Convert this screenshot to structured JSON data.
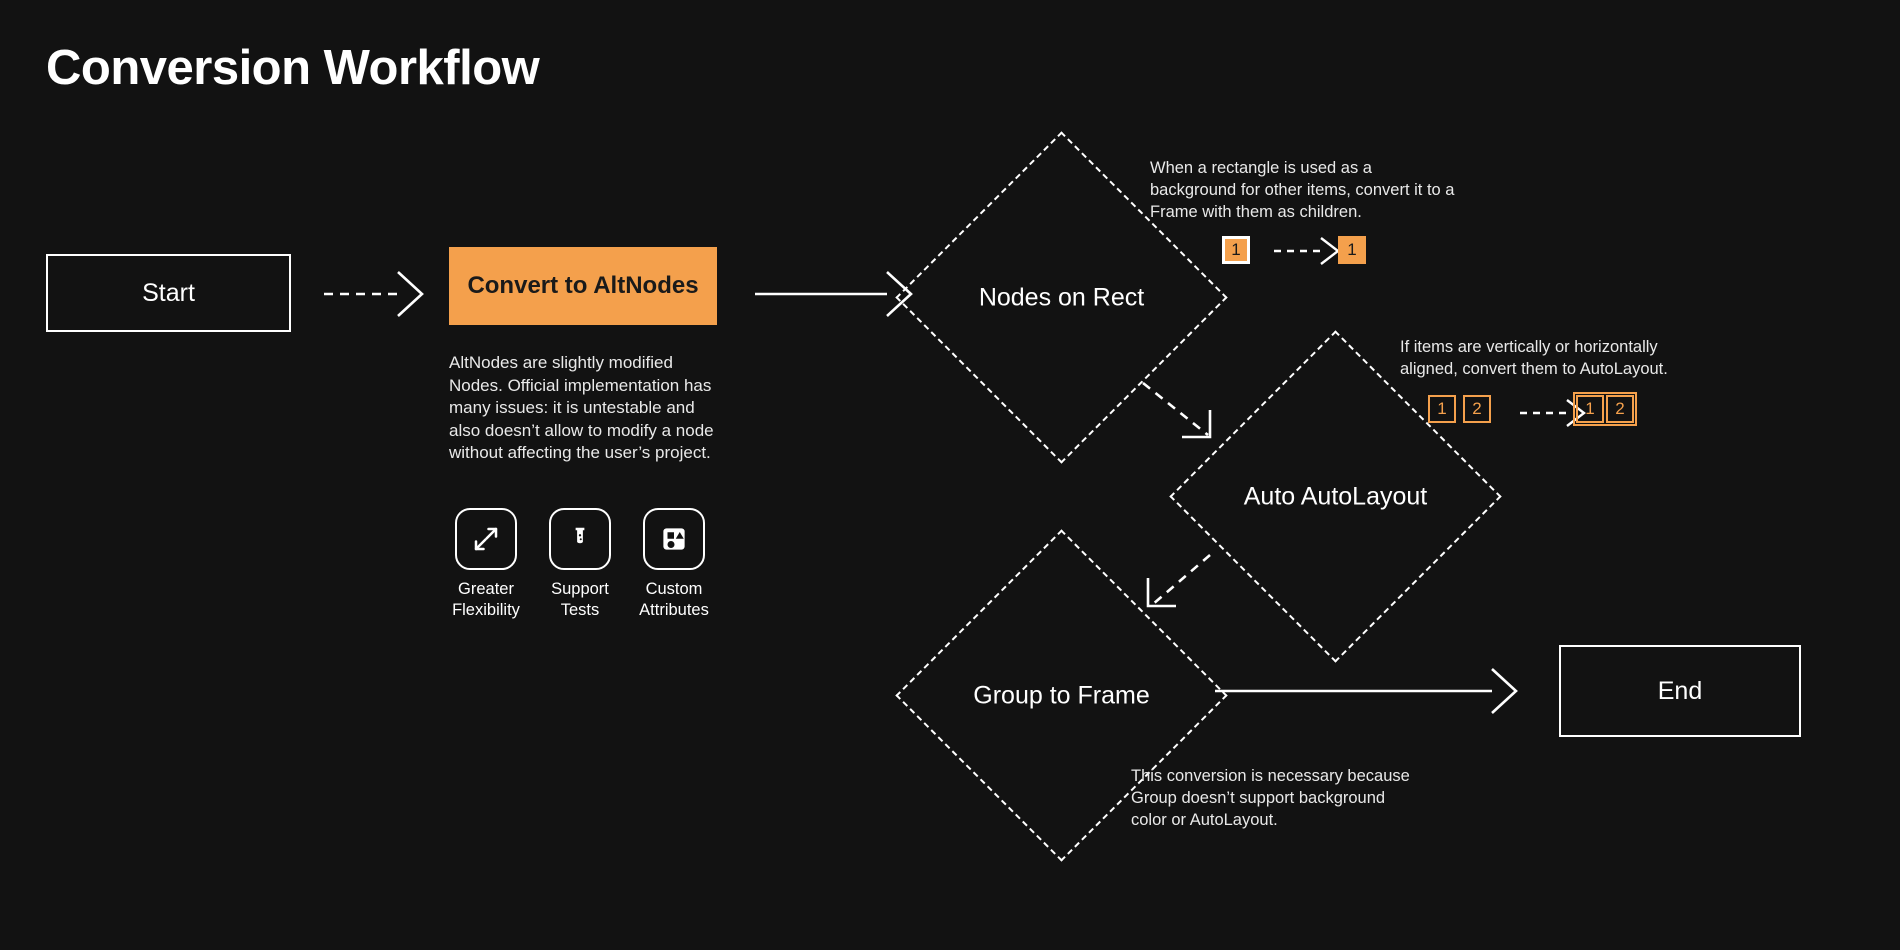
{
  "title": "Conversion Workflow",
  "theme": {
    "background": "#121212",
    "text": "#ffffff",
    "accent": "#F4A04C",
    "muted_text": "#e9e9e9"
  },
  "nodes": {
    "start": {
      "label": "Start"
    },
    "convert": {
      "label": "Convert to AltNodes"
    },
    "nodes_on_rect": {
      "label": "Nodes on Rect"
    },
    "auto_autolayout": {
      "label": "Auto AutoLayout"
    },
    "group_to_frame": {
      "label": "Group to Frame"
    },
    "end": {
      "label": "End"
    }
  },
  "description": {
    "text": "AltNodes are slightly modified Nodes. Official implementation has many issues: it is untestable and also doesn’t allow to modify a node without affecting the user’s project."
  },
  "features": [
    {
      "icon": "expand-arrows-icon",
      "label": "Greater\nFlexibility"
    },
    {
      "icon": "test-tube-icon",
      "label": "Support\nTests"
    },
    {
      "icon": "shapes-icon",
      "label": "Custom\nAttributes"
    }
  ],
  "annotations": {
    "nodes_on_rect": "When a rectangle is used as a background for other items, convert it to a Frame with them as children.",
    "auto_autolayout": "If items are vertically or horizontally aligned, convert them to AutoLayout.",
    "group_to_frame": "This conversion is necessary because Group doesn’t support background color or AutoLayout."
  },
  "badges": {
    "rect_before": "1",
    "rect_after": "1",
    "align_before": [
      "1",
      "2"
    ],
    "align_after": [
      "1",
      "2"
    ]
  }
}
